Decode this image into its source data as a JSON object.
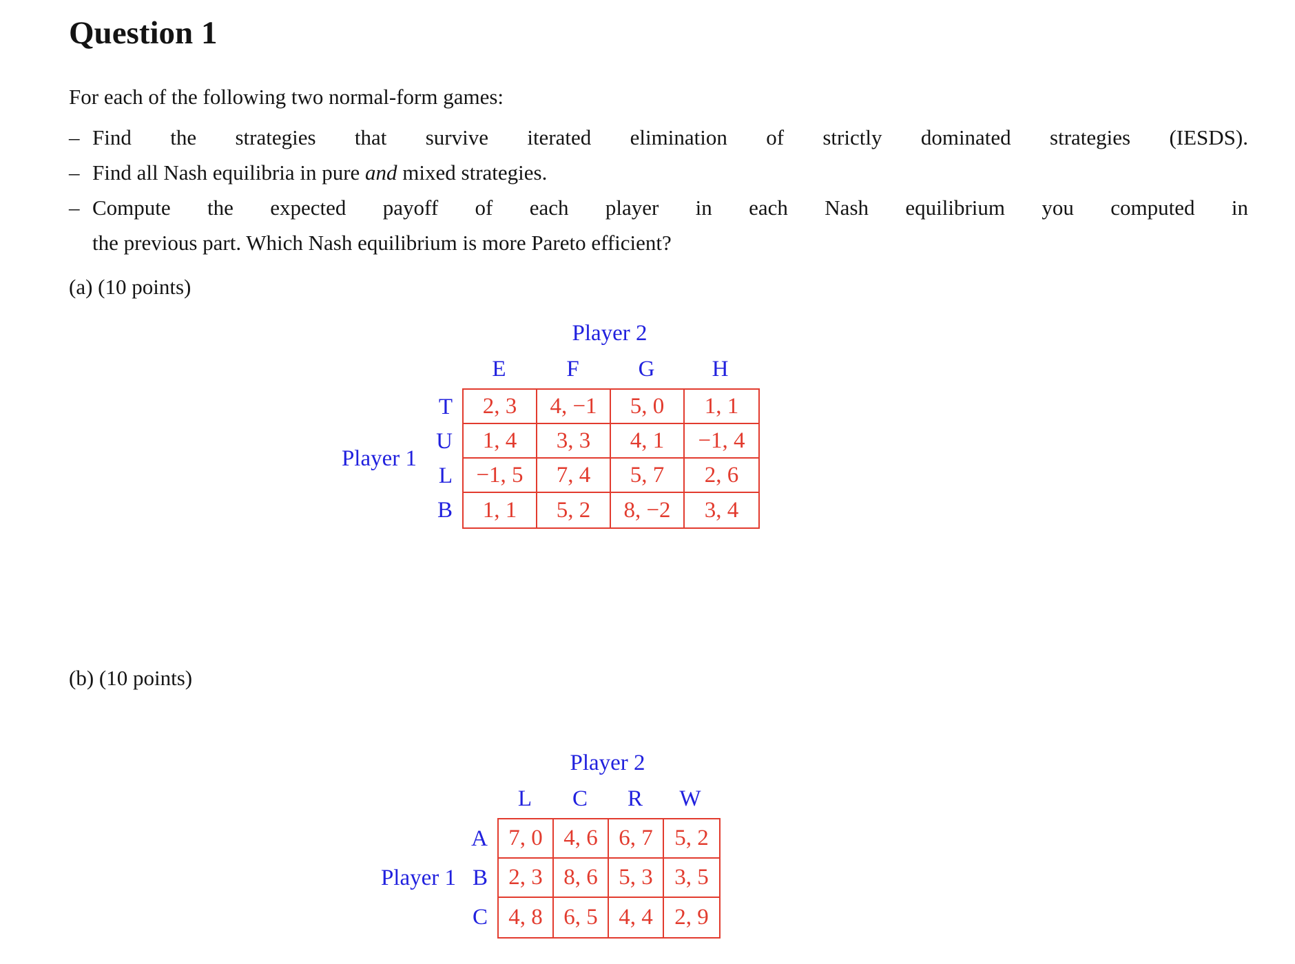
{
  "page": {
    "title": "Question 1",
    "intro": "For each of the following two normal-form games:",
    "bullets": {
      "dash": "–",
      "item1": "Find the strategies that survive iterated elimination of strictly dominated strategies (IESDS).",
      "item2_pre": "Find all Nash equilibria in pure ",
      "item2_em": "and",
      "item2_post": " mixed strategies.",
      "item3_line1": "Compute the expected payoff of each player in each Nash equilibrium you computed in",
      "item3_line2": "the previous part.  Which Nash equilibrium is more Pareto efficient?"
    },
    "part_a_label": "(a) (10 points)",
    "part_b_label": "(b) (10 points)"
  },
  "colors": {
    "label_blue": "#2121de",
    "payoff_red": "#e23b2e",
    "text": "#141414",
    "background": "#ffffff"
  },
  "game_a": {
    "player2_label": "Player 2",
    "player1_label": "Player 1",
    "col_headers": [
      "E",
      "F",
      "G",
      "H"
    ],
    "row_headers": [
      "T",
      "U",
      "L",
      "B"
    ],
    "rows": [
      [
        "2, 3",
        "4, −1",
        "5, 0",
        "1, 1"
      ],
      [
        "1, 4",
        "3, 3",
        "4, 1",
        "−1, 4"
      ],
      [
        "−1, 5",
        "7, 4",
        "5, 7",
        "2, 6"
      ],
      [
        "1, 1",
        "5, 2",
        "8, −2",
        "3, 4"
      ]
    ]
  },
  "game_b": {
    "player2_label": "Player 2",
    "player1_label": "Player 1",
    "col_headers": [
      "L",
      "C",
      "R",
      "W"
    ],
    "row_headers": [
      "A",
      "B",
      "C"
    ],
    "rows": [
      [
        "7, 0",
        "4, 6",
        "6, 7",
        "5, 2"
      ],
      [
        "2, 3",
        "8, 6",
        "5, 3",
        "3, 5"
      ],
      [
        "4, 8",
        "6, 5",
        "4, 4",
        "2, 9"
      ]
    ]
  }
}
